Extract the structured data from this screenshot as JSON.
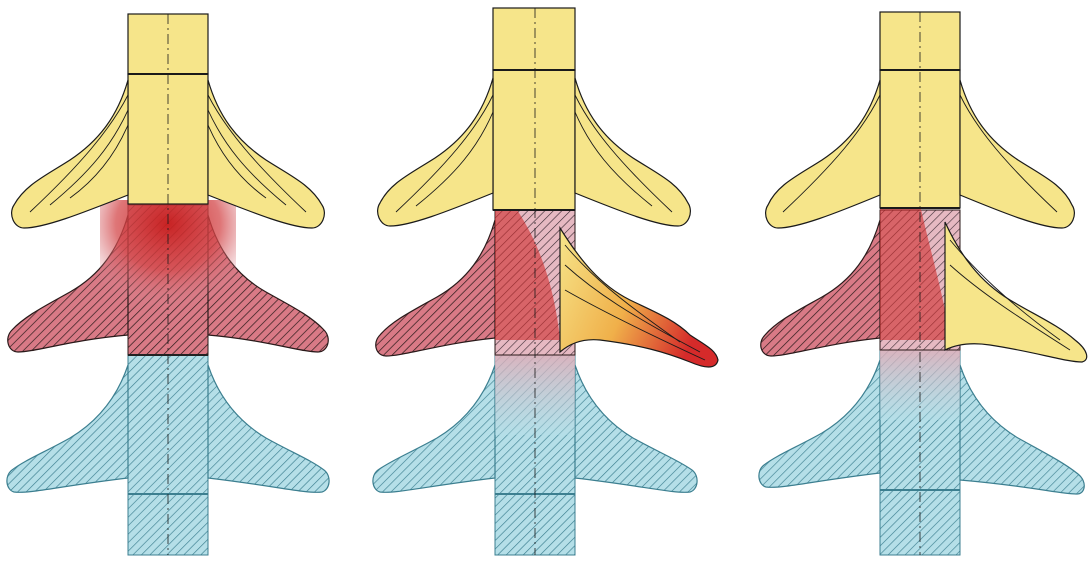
{
  "figure": {
    "description_visible_text": "",
    "panels": [
      {
        "id": "panel-left",
        "state": "intact"
      },
      {
        "id": "panel-middle",
        "state": "right-side-displaced"
      },
      {
        "id": "panel-right",
        "state": "right-side-sheared"
      }
    ]
  },
  "colors": {
    "upper_segment_fill": "#f6e58a",
    "middle_segment_fill_hot": "#cf2b2b",
    "middle_segment_fill_soft": "#d98e98",
    "lower_segment_fill": "#a9dbe6",
    "lower_segment_fill_dark": "#5b9fb0",
    "outline": "#1a1a1a",
    "hatch_dark": "#222222",
    "background": "#ffffff"
  }
}
